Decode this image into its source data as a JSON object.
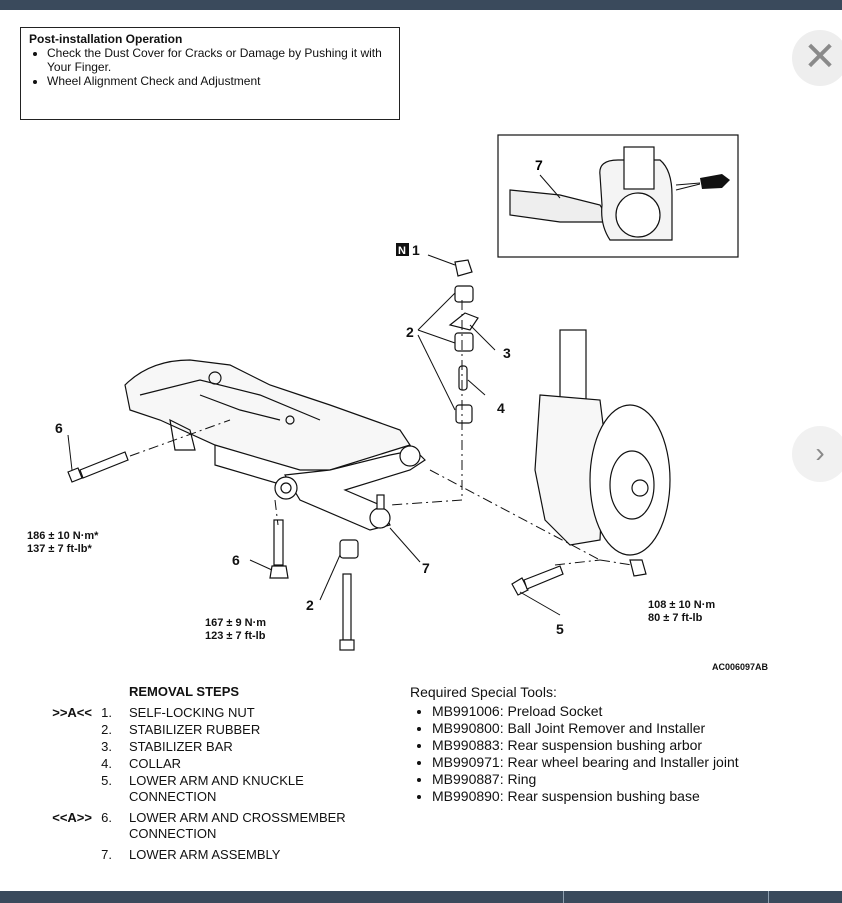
{
  "note": {
    "title": "Post-installation Operation",
    "items": [
      "Check the Dust Cover for Cracks or Damage by Pushing it with Your Finger.",
      "Wheel Alignment Check and Adjustment"
    ]
  },
  "controls": {
    "close_glyph": "✕",
    "next_glyph": "›"
  },
  "diagram": {
    "inset_callout": "7",
    "new_part_badge": "N",
    "callouts": {
      "c1": "1",
      "c2a": "2",
      "c2b": "2",
      "c3": "3",
      "c4": "4",
      "c5": "5",
      "c6a": "6",
      "c6b": "6",
      "c7": "7"
    },
    "torque": {
      "t1_nm": "186 ± 10 N·m*",
      "t1_ftlb": "137 ± 7 ft-lb*",
      "t2_nm": "167 ± 9 N·m",
      "t2_ftlb": "123 ± 7 ft-lb",
      "t3_nm": "108 ± 10 N·m",
      "t3_ftlb": "80 ± 7 ft-lb"
    },
    "figure_code": "AC006097AB"
  },
  "removal_steps": {
    "heading": "REMOVAL STEPS",
    "items": [
      {
        "marker": ">>A<<",
        "num": "1.",
        "label": "SELF-LOCKING NUT"
      },
      {
        "marker": "",
        "num": "2.",
        "label": "STABILIZER RUBBER"
      },
      {
        "marker": "",
        "num": "3.",
        "label": "STABILIZER BAR"
      },
      {
        "marker": "",
        "num": "4.",
        "label": "COLLAR"
      },
      {
        "marker": "",
        "num": "5.",
        "label": "LOWER ARM AND KNUCKLE CONNECTION"
      },
      {
        "marker": "<<A>>",
        "num": "6.",
        "label": "LOWER ARM AND CROSSMEMBER CONNECTION"
      },
      {
        "marker": "",
        "num": "7.",
        "label": "LOWER ARM ASSEMBLY"
      }
    ]
  },
  "tools": {
    "heading": "Required Special Tools:",
    "items": [
      "MB991006: Preload Socket",
      "MB990800: Ball Joint Remover and Installer",
      "MB990883: Rear suspension bushing arbor",
      "MB990971: Rear wheel bearing and Installer joint",
      "MB990887: Ring",
      "MB990890: Rear suspension bushing base"
    ]
  }
}
